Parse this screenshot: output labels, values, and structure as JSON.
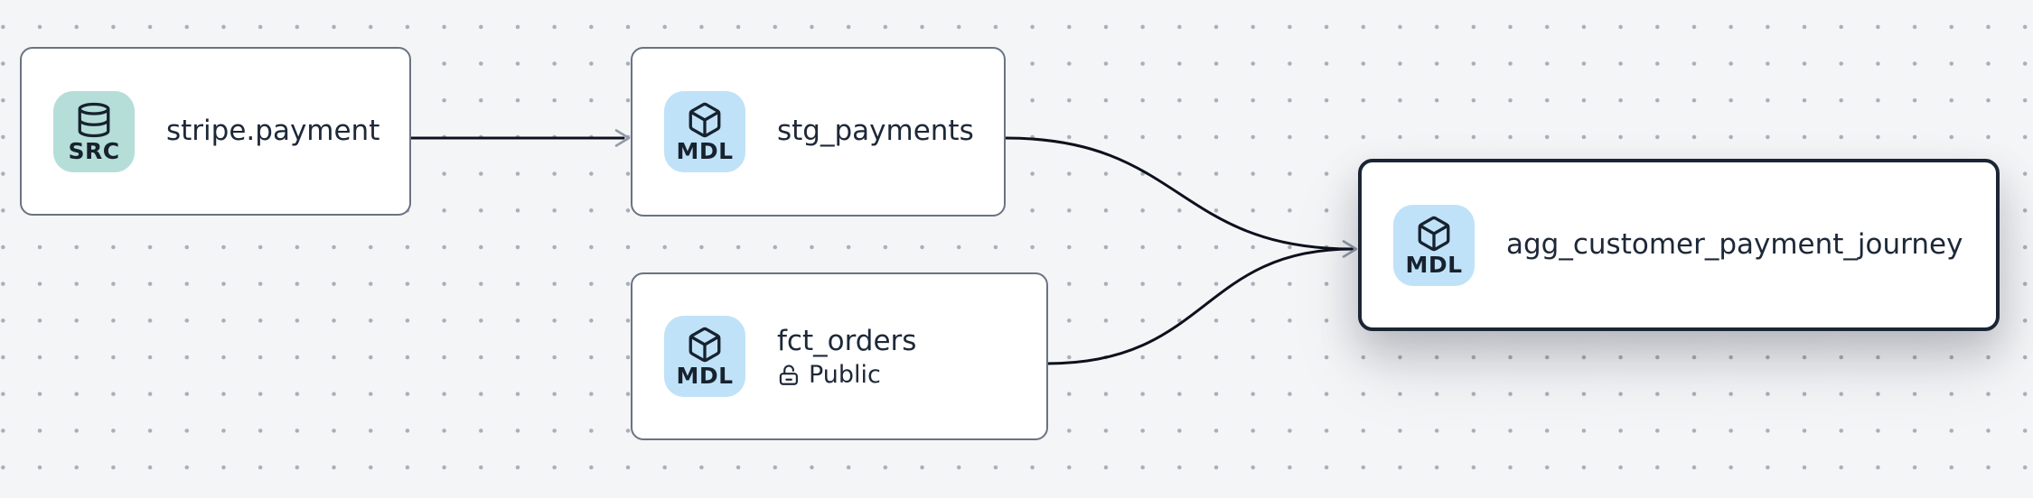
{
  "canvas": {
    "kind": "lineage-graph",
    "background_color": "#f4f5f7",
    "dot_color": "#a9aeb9",
    "edge_color": "#0c111c",
    "arrowhead_color": "#919aa8",
    "node_border_color": "#6a7382",
    "selected_border_color": "#1b2534",
    "text_color": "#1d2838",
    "src_badge_color": "#b5ded9",
    "mdl_badge_color": "#bfe2f8"
  },
  "nodes": [
    {
      "id": "stripe-payment",
      "title": "stripe.payment",
      "badge": {
        "label": "SRC",
        "icon": "database-icon"
      },
      "selected": false
    },
    {
      "id": "stg-payments",
      "title": "stg_payments",
      "badge": {
        "label": "MDL",
        "icon": "box-icon"
      },
      "selected": false
    },
    {
      "id": "fct-orders",
      "title": "fct_orders",
      "badge": {
        "label": "MDL",
        "icon": "box-icon"
      },
      "subtitle": {
        "icon": "lock-open-icon",
        "label": "Public"
      },
      "selected": false
    },
    {
      "id": "agg-customer-payment-journey",
      "title": "agg_customer_payment_journey",
      "badge": {
        "label": "MDL",
        "icon": "box-icon"
      },
      "selected": true
    }
  ],
  "edges": [
    {
      "source": "stripe.payment",
      "target": "stg_payments"
    },
    {
      "source": "stg_payments",
      "target": "agg_customer_payment_journey"
    },
    {
      "source": "fct_orders",
      "target": "agg_customer_payment_journey"
    }
  ]
}
